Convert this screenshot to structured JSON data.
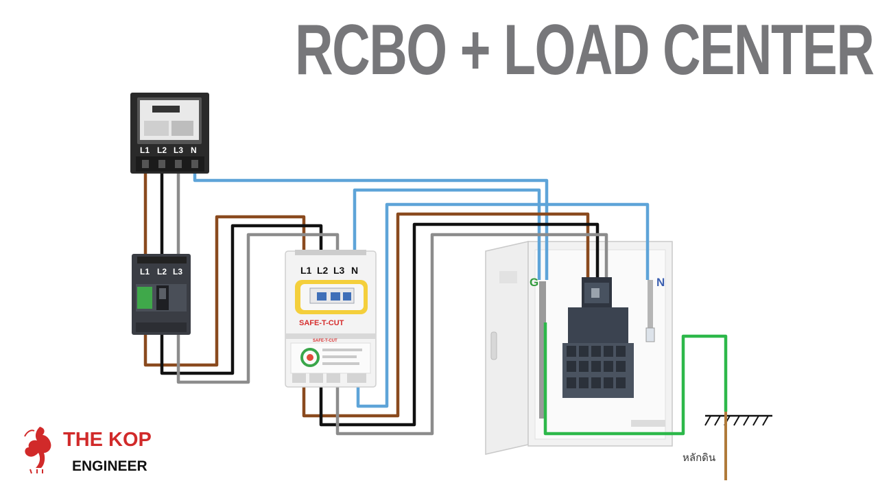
{
  "title": "RCBO + LOAD CENTER",
  "meter": {
    "terminals": [
      "L1",
      "L2",
      "L3",
      "N"
    ]
  },
  "breaker": {
    "terminals": [
      "L1",
      "L2",
      "L3"
    ]
  },
  "rcbo": {
    "terminals": [
      "L1",
      "L2",
      "L3",
      "N"
    ],
    "brand": "SAFE-T-CUT",
    "brand_small": "SAFE-T-CUT"
  },
  "load_center": {
    "ground_label": "G",
    "neutral_label": "N"
  },
  "ground_rod_label": "หลักดิน",
  "branding": {
    "name": "THE KOP",
    "subtitle": "ENGINEER"
  },
  "colors": {
    "title": "#77777a",
    "wire_brown": "#8a4a1e",
    "wire_black": "#111111",
    "wire_grey": "#8c8c8c",
    "wire_blue": "#5ea4d8",
    "wire_green": "#2db84a",
    "brand_red": "#d12a2a"
  }
}
